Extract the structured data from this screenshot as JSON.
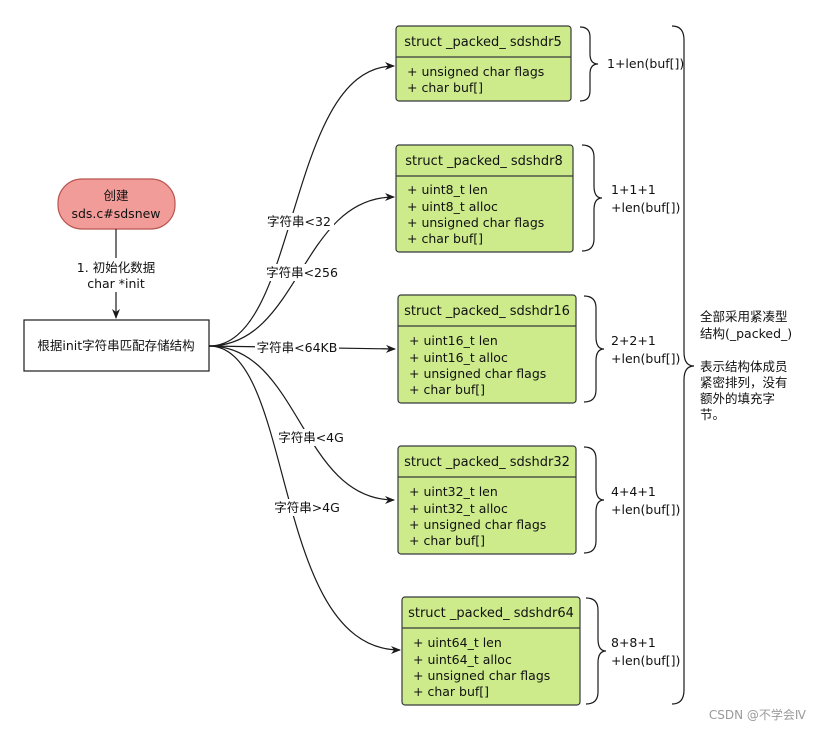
{
  "start_node": {
    "line1": "创建",
    "line2": "sds.c#sdsnew",
    "fill": "#f19c99",
    "stroke": "#b85450"
  },
  "init_label": {
    "line1": "1. 初始化数据",
    "line2": "char *init"
  },
  "match_node": {
    "label": "根据init字符串匹配存储结构"
  },
  "edge_labels": [
    "字符串<32",
    "字符串<256",
    "字符串<64KB",
    "字符串<4G",
    "字符串>4G"
  ],
  "struct_fill": "#cdeb8b",
  "struct_stroke": "#36393d",
  "structs": [
    {
      "title": "struct _packed_ sdshdr5",
      "fields": [
        "+ unsigned char flags",
        "+ char buf[]"
      ],
      "size": [
        "1+len(buf[])"
      ]
    },
    {
      "title": "struct _packed_ sdshdr8",
      "fields": [
        "+ uint8_t len",
        "+ uint8_t alloc",
        "+ unsigned char flags",
        "+ char buf[]"
      ],
      "size": [
        "1+1+1",
        "+len(buf[])"
      ]
    },
    {
      "title": "struct _packed_ sdshdr16",
      "fields": [
        "+ uint16_t len",
        "+ uint16_t alloc",
        "+ unsigned char flags",
        "+ char buf[]"
      ],
      "size": [
        "2+2+1",
        "+len(buf[])"
      ]
    },
    {
      "title": "struct _packed_ sdshdr32",
      "fields": [
        "+ uint32_t len",
        "+ uint32_t alloc",
        "+ unsigned char flags",
        "+ char buf[]"
      ],
      "size": [
        "4+4+1",
        "+len(buf[])"
      ]
    },
    {
      "title": "struct _packed_ sdshdr64",
      "fields": [
        "+ uint64_t len",
        "+ uint64_t alloc",
        "+ unsigned char flags",
        "+ char buf[]"
      ],
      "size": [
        "8+8+1",
        "+len(buf[])"
      ]
    }
  ],
  "note": [
    "全部采用紧凑型",
    "结构(_packed_)",
    "",
    "表示结构体成员",
    "紧密排列，没有",
    "额外的填充字",
    "节。"
  ],
  "watermark": "CSDN @不学会Ⅳ"
}
